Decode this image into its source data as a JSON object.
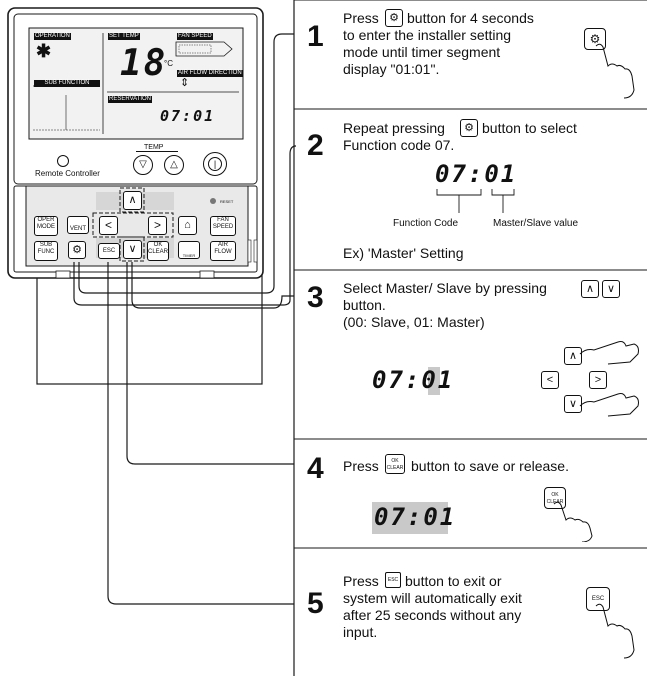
{
  "remote": {
    "lcd": {
      "operation_label": "OPERATION",
      "set_temp_label": "SET TEMP",
      "temp_value": "18",
      "temp_unit": "°C",
      "fan_speed_label": "FAN SPEED",
      "air_flow_label": "AIR FLOW DIRECTION",
      "sub_function_label": "SUB FUNCTION",
      "reservation_label": "RESERVATION",
      "reservation_value": "07:01"
    },
    "brand_label": "Remote Controller",
    "temp_label": "TEMP",
    "reset_label": "RESET",
    "buttons": {
      "oper_mode": "OPER\nMODE",
      "vent": "VENT",
      "fan_speed": "FAN\nSPEED",
      "sub_func": "SUB\nFUNC",
      "esc": "ESC",
      "ok_clear": "OK\nCLEAR",
      "timer": "TIMER",
      "air_flow": "AIR\nFLOW"
    }
  },
  "steps": [
    {
      "num": "1",
      "line1": "Press",
      "line1b": "button for 4 seconds",
      "rest": [
        "to enter the installer setting",
        "mode until timer segment",
        "display \"01:01\"."
      ]
    },
    {
      "num": "2",
      "line1": "Repeat pressing",
      "line1b": "button to select",
      "rest": [
        "Function code 07."
      ],
      "display": "07:01",
      "function_code_label": "Function Code",
      "master_slave_label": "Master/Slave value",
      "example": "Ex) 'Master' Setting"
    },
    {
      "num": "3",
      "line1": "Select Master/ Slave by pressing",
      "rest": [
        "button.",
        "(00: Slave, 01: Master)"
      ],
      "display": "07:01"
    },
    {
      "num": "4",
      "line1": "Press",
      "line1b": "button to save or release.",
      "display": "07:01",
      "ok": "OK",
      "clear": "CLEAR"
    },
    {
      "num": "5",
      "line1": "Press",
      "line1b": "button to exit or",
      "rest": [
        "system will automatically exit",
        "after 25 seconds without any",
        "input."
      ],
      "esc": "ESC"
    }
  ],
  "colors": {
    "line": "#1a1a1a",
    "lcd_bg": "#f2f2f2",
    "panel": "#e9e9e9",
    "highlight": "#c9c9c9"
  }
}
